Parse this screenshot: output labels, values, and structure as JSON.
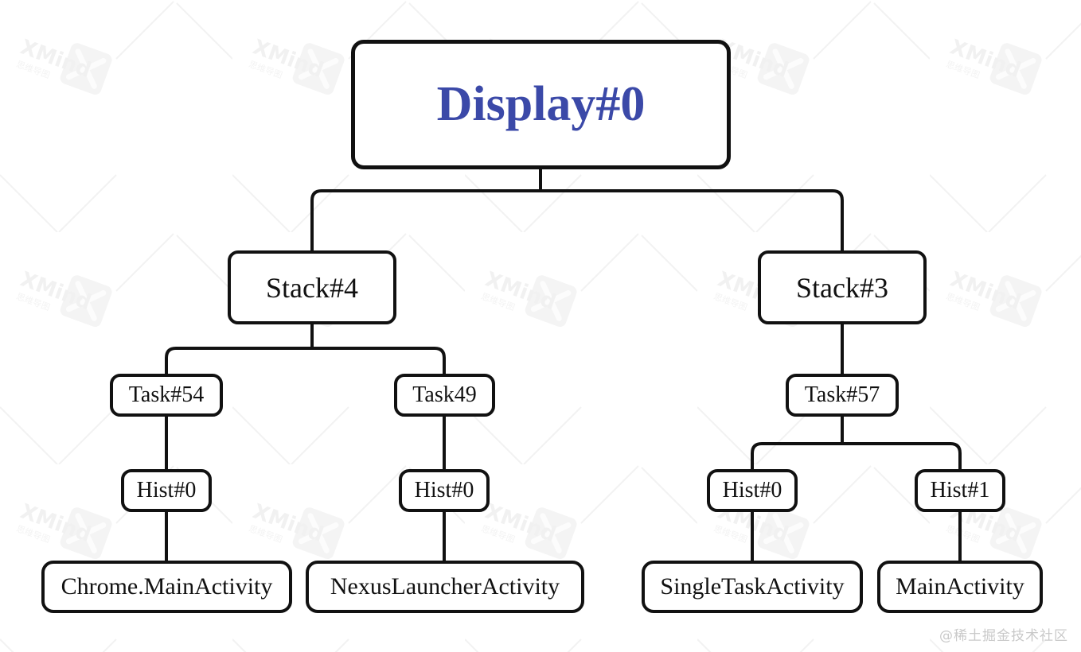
{
  "diagram": {
    "title": "Display#0",
    "type": "tree",
    "accent_color": "#3b49a8",
    "line_color": "#111111",
    "node_fill": "#ffffff",
    "background": "#ffffff"
  },
  "nodes": {
    "root": {
      "label": "Display#0",
      "level": "display",
      "color": "#3b49a8"
    },
    "stacks": [
      {
        "label": "Stack#4",
        "level": "stack"
      },
      {
        "label": "Stack#3",
        "level": "stack"
      }
    ],
    "tasks": [
      {
        "label": "Task#54",
        "level": "task",
        "parent": "Stack#4"
      },
      {
        "label": "Task49",
        "level": "task",
        "parent": "Stack#4"
      },
      {
        "label": "Task#57",
        "level": "task",
        "parent": "Stack#3"
      }
    ],
    "hists": [
      {
        "label": "Hist#0",
        "level": "hist",
        "parent": "Task#54"
      },
      {
        "label": "Hist#0",
        "level": "hist",
        "parent": "Task49"
      },
      {
        "label": "Hist#0",
        "level": "hist",
        "parent": "Task#57"
      },
      {
        "label": "Hist#1",
        "level": "hist",
        "parent": "Task#57"
      }
    ],
    "activities": [
      {
        "label": "Chrome.MainActivity",
        "level": "activity",
        "parent": "Hist#0"
      },
      {
        "label": "NexusLauncherActivity",
        "level": "activity",
        "parent": "Hist#0"
      },
      {
        "label": "SingleTaskActivity",
        "level": "activity",
        "parent": "Hist#0"
      },
      {
        "label": "MainActivity",
        "level": "activity",
        "parent": "Hist#1"
      }
    ]
  },
  "watermark": {
    "corner_text": "@稀土掘金技术社区",
    "background_text": "XMind"
  }
}
